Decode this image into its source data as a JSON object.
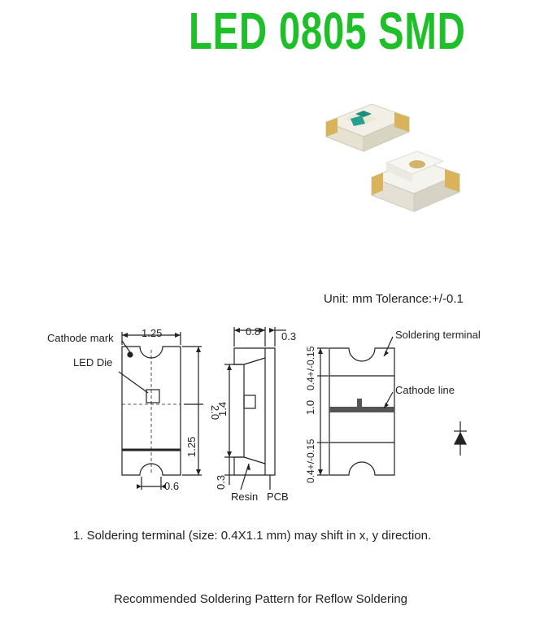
{
  "header": {
    "title": "LED 0805 SMD",
    "title_color": "#1fbf2a"
  },
  "photo": {
    "icon": "smd-led-photo-icon"
  },
  "drawing": {
    "units": "Unit: mm Tolerance:+/-0.1",
    "top_view": {
      "cathode_mark": "Cathode mark",
      "led_die": "LED Die",
      "dim_width": "1.25",
      "dim_length": "2.0",
      "dim_lower": "1.25",
      "dim_pad": "0.6"
    },
    "side_view": {
      "dim_body": "0.8",
      "dim_pcb": "0.3",
      "dim_height": "1.4",
      "dim_bottom": "0.3",
      "resin": "Resin",
      "pcb": "PCB"
    },
    "bottom_view": {
      "soldering_terminal": "Soldering terminal",
      "cathode_line": "Cathode line",
      "dim_top_pad": "0.4+/-0.15",
      "dim_middle": "1.0",
      "dim_bottom_pad": "0.4+/-0.15"
    },
    "symbol": {
      "icon": "diode-symbol-icon"
    }
  },
  "notes": {
    "note1": "1. Soldering terminal (size: 0.4X1.1 mm) may shift in x, y direction.",
    "recommended": "Recommended Soldering Pattern for Reflow Soldering"
  }
}
